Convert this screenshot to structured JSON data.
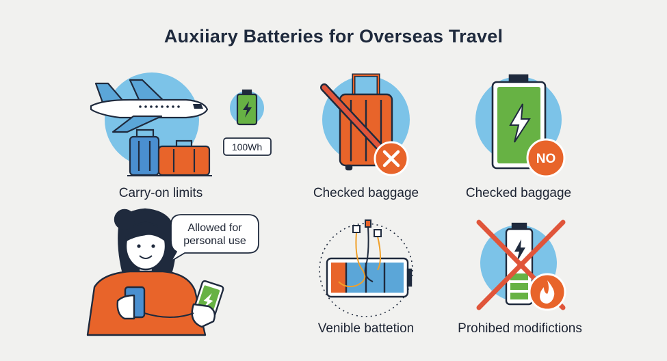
{
  "title": "Auxiiary Batteries for Overseas Travel",
  "panels": [
    {
      "caption": "Carry-on limits",
      "tag": "100Wh"
    },
    {
      "caption": "Checked baggage"
    },
    {
      "caption": "Checked baggage",
      "badge": "NO"
    },
    {
      "caption": "Allowed for personal use",
      "bubble_line1": "Allowed for",
      "bubble_line2": "personal use"
    },
    {
      "caption": "Venible battetion"
    },
    {
      "caption": "Prohibed modifictions"
    }
  ],
  "colors": {
    "circle": "#7cc3e8",
    "navy": "#1f2a3d",
    "orange": "#e8642a",
    "green": "#67b244",
    "red": "#e0553a",
    "blue": "#4a8fd0"
  },
  "icons": [
    "airplane-icon",
    "luggage-icon",
    "battery-icon",
    "cross-mark-icon",
    "no-badge-icon",
    "woman-with-phone-icon",
    "cable-icon",
    "fire-icon"
  ]
}
